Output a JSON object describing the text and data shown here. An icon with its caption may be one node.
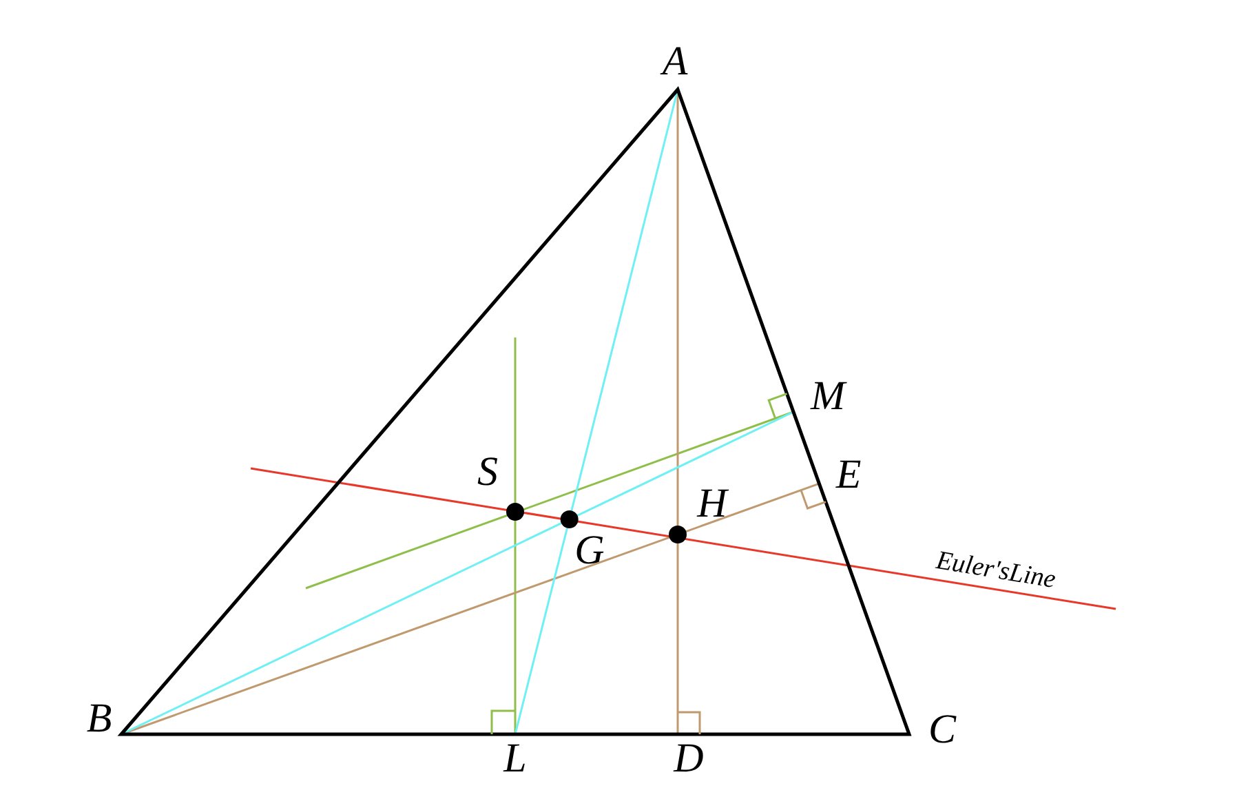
{
  "diagram": {
    "labels": [
      "A",
      "M",
      "S",
      "E",
      "H",
      "G",
      "Euler'sLine",
      "B",
      "L",
      "D",
      "C"
    ]
  }
}
